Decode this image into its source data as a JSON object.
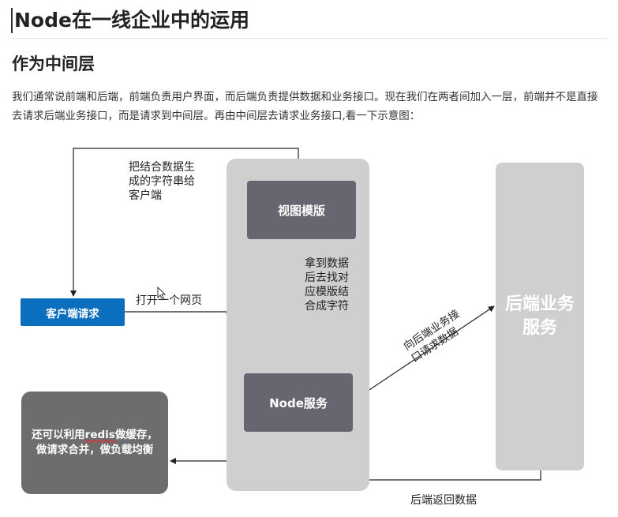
{
  "article": {
    "title": "Node在一线企业中的运用",
    "section_title": "作为中间层",
    "paragraph": "我们通常说前端和后端，前端负责用户界面，而后端负责提供数据和业务接口。现在我们在两者间加入一层，前端并不是直接去请求后端业务接口，而是请求到中间层。再由中间层去请求业务接口,看一下示意图："
  },
  "diagram": {
    "client_request": "客户端请求",
    "view_template": "视图模版",
    "node_service": "Node服务",
    "backend_service": "后端业务服务",
    "redis_note_prefix": "还可以利用",
    "redis_note_word": "redis",
    "redis_note_suffix": "做缓存，做请求合并，做负载均衡",
    "label_generate": "把结合数据生\n成的字符串给\n客户端",
    "label_open_page": "打开一个网页",
    "label_after_data": "拿到数据\n后去找对\n应模版结\n合成字符",
    "label_request_backend": "向后端业务接\n口请求数据",
    "label_backend_return": "后端返回数据"
  },
  "colors": {
    "client_blue": "#0b6fbe",
    "node_box": "#666670",
    "layer_gray": "#cfcfcf",
    "redis_box": "#6d6d6d"
  }
}
